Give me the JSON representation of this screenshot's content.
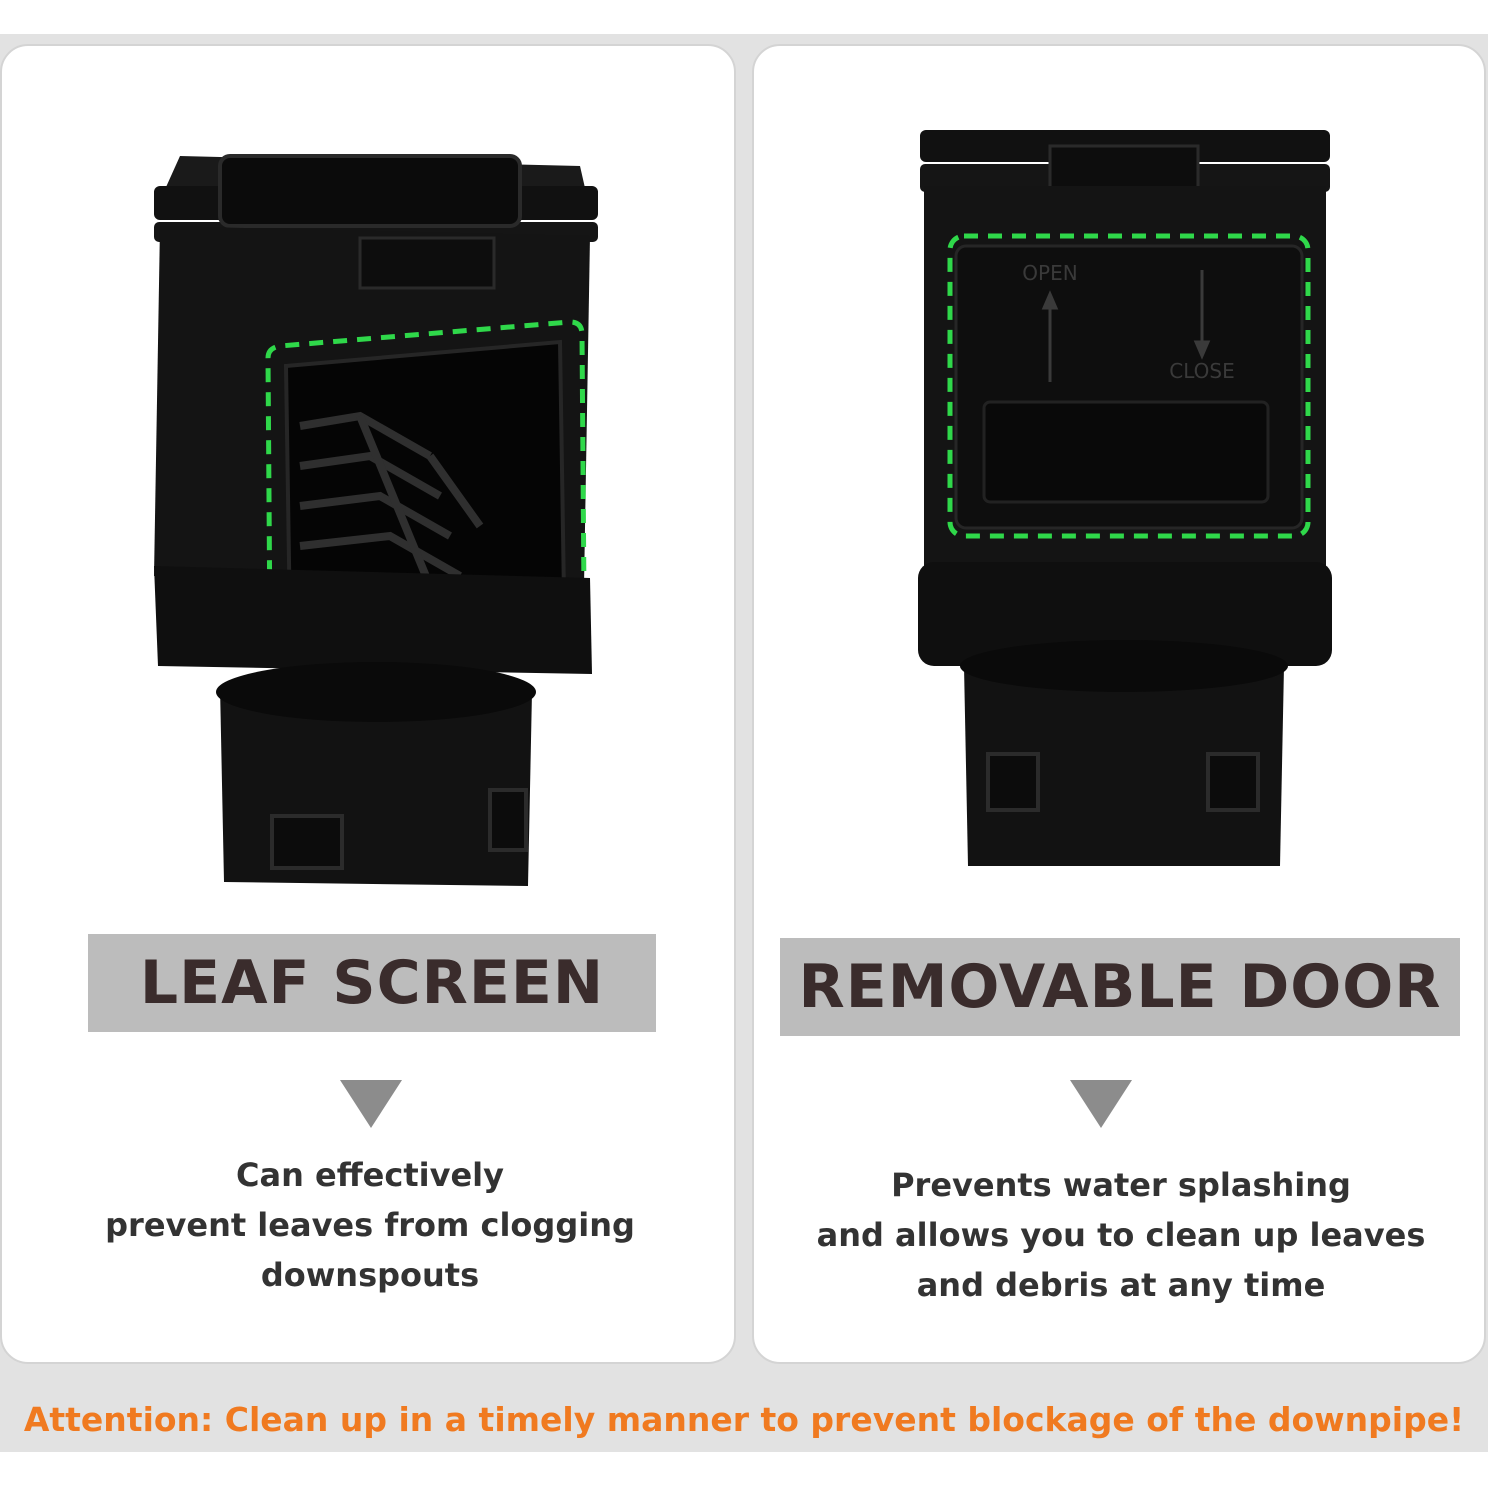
{
  "panels": [
    {
      "title": "LEAF SCREEN",
      "description": [
        "Can effectively",
        "prevent leaves from clogging",
        "downspouts"
      ]
    },
    {
      "title": "REMOVABLE DOOR",
      "description": [
        "Prevents water splashing",
        "and allows you to clean up leaves",
        "and debris at any time"
      ],
      "door_labels": {
        "open": "OPEN",
        "close": "CLOSE"
      }
    }
  ],
  "attention": "Attention: Clean up in a timely manner to prevent blockage of the downpipe!",
  "colors": {
    "highlight_dash": "#2fd84a",
    "attention": "#f07a20",
    "label_band": "#bcbcbc"
  }
}
